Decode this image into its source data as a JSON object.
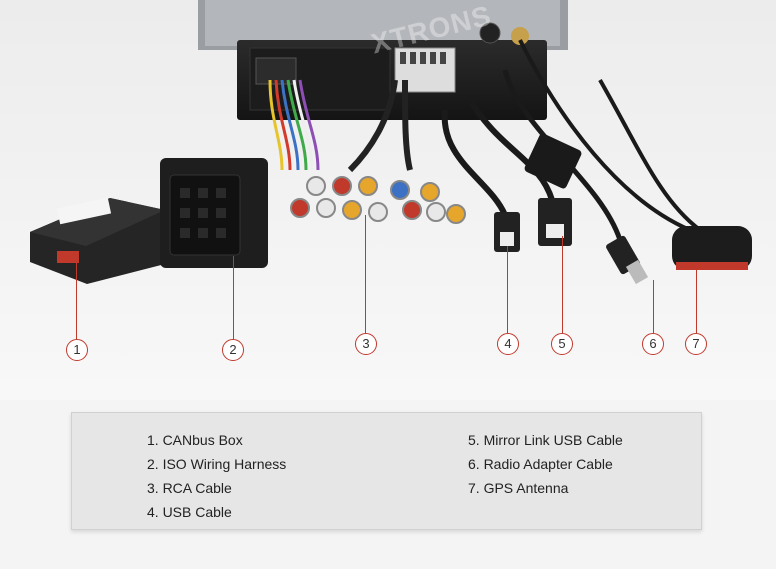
{
  "brand": {
    "unit_label": "XTRONS",
    "watermark": "XTRONS"
  },
  "callouts": [
    "1",
    "2",
    "3",
    "4",
    "5",
    "6",
    "7"
  ],
  "legend": {
    "left": [
      "1. CANbus Box",
      "2. ISO Wiring Harness",
      "3. RCA Cable",
      "4. USB Cable"
    ],
    "right": [
      "5. Mirror Link USB Cable",
      "6. Radio Adapter Cable",
      "7. GPS Antenna"
    ]
  }
}
